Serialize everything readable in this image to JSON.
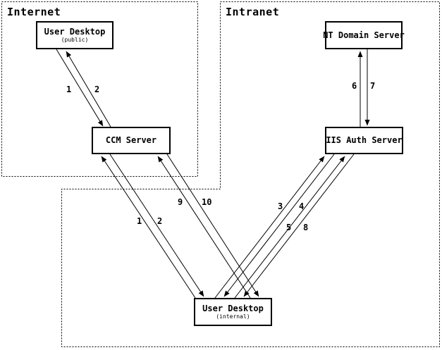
{
  "canvas": {
    "background": "#ffffff",
    "line_color": "#000000"
  },
  "regions": [
    {
      "id": "internet",
      "label": "Internet"
    },
    {
      "id": "intranet",
      "label": "Intranet"
    }
  ],
  "nodes": [
    {
      "id": "user-desktop-public",
      "title": "User Desktop",
      "subtitle": "(public)",
      "region": "Internet"
    },
    {
      "id": "nt-domain-server",
      "title": "NT Domain Server",
      "subtitle": "",
      "region": "Intranet"
    },
    {
      "id": "ccm-server",
      "title": "CCM Server",
      "subtitle": "",
      "region": "Internet"
    },
    {
      "id": "iis-auth-server",
      "title": "IIS Auth Server",
      "subtitle": "",
      "region": "Intranet"
    },
    {
      "id": "user-desktop-internal",
      "title": "User Desktop",
      "subtitle": "(internal)",
      "region": "Intranet"
    }
  ],
  "flows": [
    {
      "label": "1",
      "from": "user-desktop-public",
      "to": "ccm-server"
    },
    {
      "label": "2",
      "from": "ccm-server",
      "to": "user-desktop-public"
    },
    {
      "label": "1",
      "from": "user-desktop-internal",
      "to": "ccm-server"
    },
    {
      "label": "2",
      "from": "ccm-server",
      "to": "user-desktop-internal"
    },
    {
      "label": "3",
      "from": "user-desktop-internal",
      "to": "iis-auth-server"
    },
    {
      "label": "4",
      "from": "iis-auth-server",
      "to": "user-desktop-internal"
    },
    {
      "label": "5",
      "from": "user-desktop-internal",
      "to": "iis-auth-server"
    },
    {
      "label": "6",
      "from": "iis-auth-server",
      "to": "nt-domain-server"
    },
    {
      "label": "7",
      "from": "nt-domain-server",
      "to": "iis-auth-server"
    },
    {
      "label": "8",
      "from": "iis-auth-server",
      "to": "user-desktop-internal"
    },
    {
      "label": "9",
      "from": "user-desktop-internal",
      "to": "ccm-server"
    },
    {
      "label": "10",
      "from": "ccm-server",
      "to": "user-desktop-internal"
    }
  ]
}
